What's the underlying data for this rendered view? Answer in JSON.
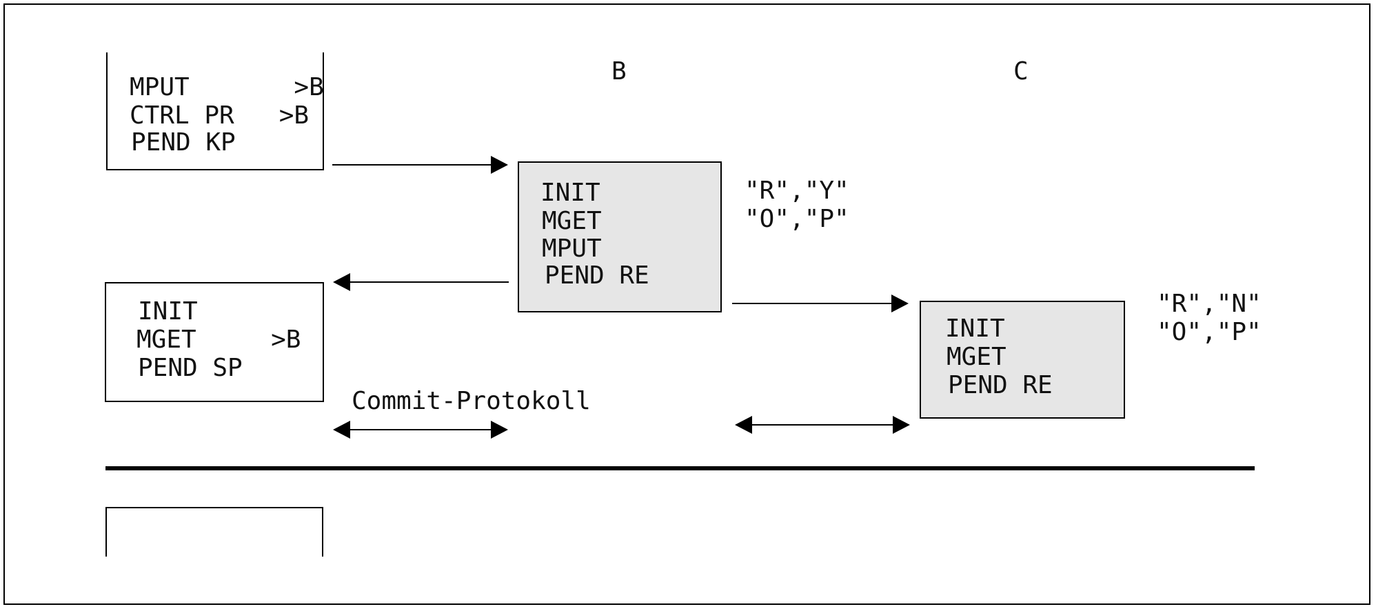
{
  "diagram": {
    "labels": {
      "B": "B",
      "C": "C",
      "commit": "Commit-Protokoll"
    },
    "box_a_top": {
      "lines": [
        "MPUT       >B",
        "CTRL PR   >B",
        "PEND KP"
      ]
    },
    "box_a_mid": {
      "lines": [
        "INIT",
        "MGET     >B",
        "PEND SP"
      ]
    },
    "box_b": {
      "lines": [
        "INIT",
        "MGET",
        "MPUT",
        "PEND RE"
      ]
    },
    "box_c": {
      "lines": [
        "INIT",
        "MGET",
        "PEND RE"
      ]
    },
    "states_b": [
      "\"R\",\"Y\"",
      "\"O\",\"P\""
    ],
    "states_c": [
      "\"R\",\"N\"",
      "\"O\",\"P\""
    ],
    "colors": {
      "box_fill": "#e6e6e6",
      "line": "#000000"
    }
  }
}
